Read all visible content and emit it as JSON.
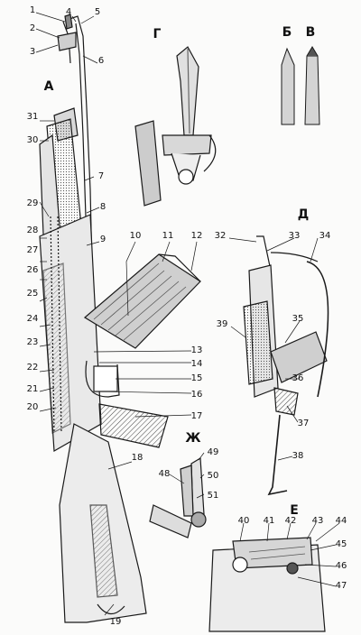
{
  "diagram": {
    "section_letters": {
      "A": "А",
      "B": "Б",
      "V": "В",
      "G": "Г",
      "D": "Д",
      "E": "Е",
      "ZH": "Ж"
    },
    "part_numbers": [
      "1",
      "2",
      "3",
      "4",
      "5",
      "6",
      "7",
      "8",
      "9",
      "10",
      "11",
      "12",
      "13",
      "14",
      "15",
      "16",
      "17",
      "18",
      "19",
      "20",
      "21",
      "22",
      "23",
      "24",
      "25",
      "26",
      "27",
      "28",
      "29",
      "30",
      "31",
      "32",
      "33",
      "34",
      "35",
      "36",
      "37",
      "38",
      "39",
      "40",
      "41",
      "42",
      "43",
      "44",
      "45",
      "46",
      "47",
      "48",
      "49",
      "50",
      "51"
    ],
    "colors": {
      "ink": "#1a1a1a",
      "shade": "#6b6b6b",
      "paper": "#fbfbfa"
    }
  }
}
